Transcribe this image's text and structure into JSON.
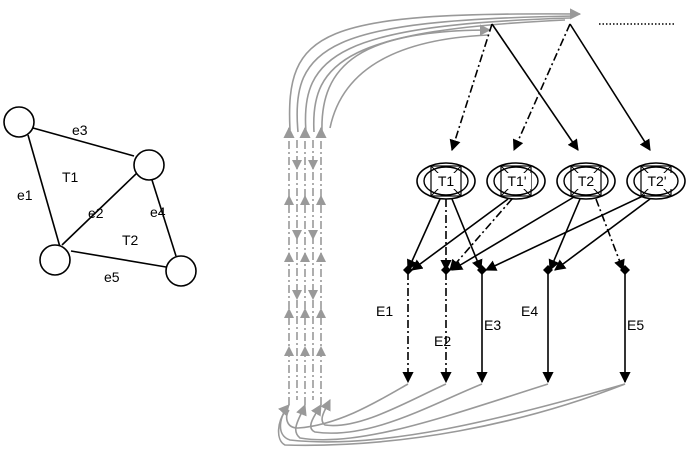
{
  "left_graph": {
    "edges": {
      "e1": "e1",
      "e2": "e2",
      "e3": "e3",
      "e4": "e4",
      "e5": "e5"
    },
    "triangles": {
      "t1": "T1",
      "t2": "T2"
    }
  },
  "right_graph": {
    "nodes": {
      "t1": "T1",
      "t1p": "T1'",
      "t2": "T2",
      "t2p": "T2'"
    },
    "edge_labels": {
      "e1": "E1",
      "e2": "E2",
      "e3": "E3",
      "e4": "E4",
      "e5": "E5"
    }
  },
  "colors": {
    "ink": "#000000",
    "gray": "#999999"
  }
}
